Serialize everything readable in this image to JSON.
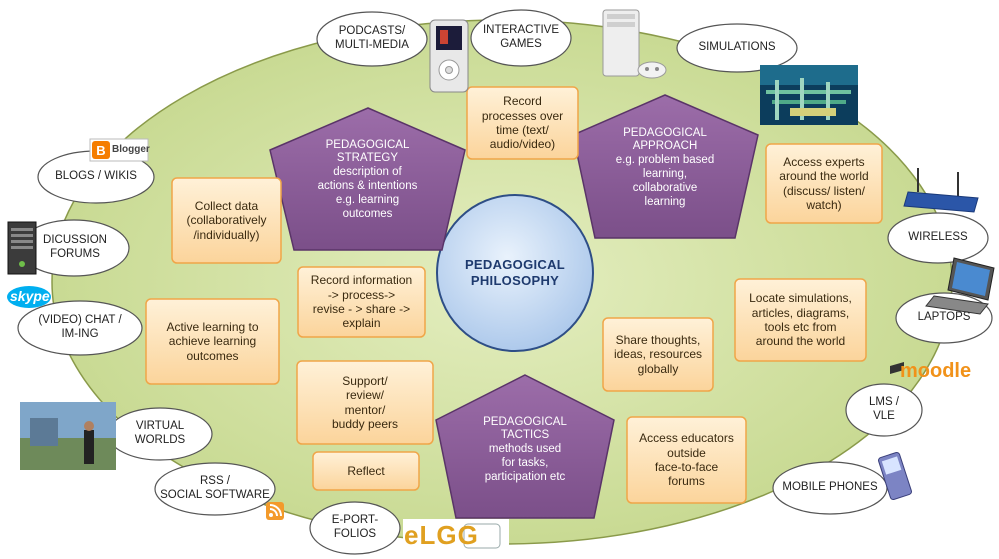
{
  "center": {
    "title": "PEDAGOGICAL\nPHILOSOPHY"
  },
  "pentagons": {
    "strategy": "PEDAGOGICAL\nSTRATEGY\ndescription of\nactions & intentions\ne.g. learning\noutcomes",
    "approach": "PEDAGOGICAL\nAPPROACH\ne.g. problem based\nlearning,\ncollaborative\nlearning",
    "tactics": "PEDAGOGICAL\nTACTICS\nmethods used\nfor tasks,\nparticipation etc"
  },
  "boxes": {
    "record_processes": "Record\nprocesses over\ntime (text/\naudio/video)",
    "collect_data": "Collect data\n(collaboratively\n/individually)",
    "record_information": "Record information\n-> process->\nrevise - > share ->\nexplain",
    "active_learning": "Active learning to\nachieve learning\noutcomes",
    "support": "Support/\nreview/\nmentor/\nbuddy peers",
    "reflect": "Reflect",
    "access_experts": "Access experts\naround the world\n(discuss/ listen/\nwatch)",
    "locate_simulations": "Locate simulations,\narticles, diagrams,\ntools etc from\naround the world",
    "share_thoughts": "Share thoughts,\nideas, resources\nglobally",
    "access_educators": "Access educators\noutside\nface-to-face\nforums"
  },
  "ovals": {
    "podcasts": "PODCASTS/\nMULTI-MEDIA",
    "games": "INTERACTIVE\nGAMES",
    "simulations": "SIMULATIONS",
    "blogs": "BLOGS / WIKIS",
    "discussion": "DICUSSION\nFORUMS",
    "chat": "(VIDEO) CHAT /\nIM-ING",
    "virtual": "VIRTUAL\nWORLDS",
    "rss": "RSS /\nSOCIAL SOFTWARE",
    "eportfolios": "E-PORT-\nFOLIOS",
    "wireless": "WIRELESS",
    "laptops": "LAPTOPS",
    "lms": "LMS /\nVLE",
    "mobile": "MOBILE PHONES"
  },
  "logos": {
    "blogger": "Blogger",
    "skype": "skype",
    "moodle": "moodle",
    "elgg": "eLGG"
  },
  "colors": {
    "background_oval": "#d4e3a3",
    "box_fill": "#fde2b8",
    "box_border": "#f0a548",
    "pentagon_fill": "#8c5e99",
    "center_fill": "#c9ddf4",
    "oval_fill": "#ffffff"
  },
  "icons": [
    "ipod-icon",
    "xbox-icon",
    "factory-image",
    "blogger-icon",
    "server-icon",
    "skype-icon",
    "virtual-world-image",
    "rss-icon",
    "elgg-logo",
    "router-icon",
    "laptop-icon",
    "moodle-logo",
    "mobile-phone-icon"
  ]
}
